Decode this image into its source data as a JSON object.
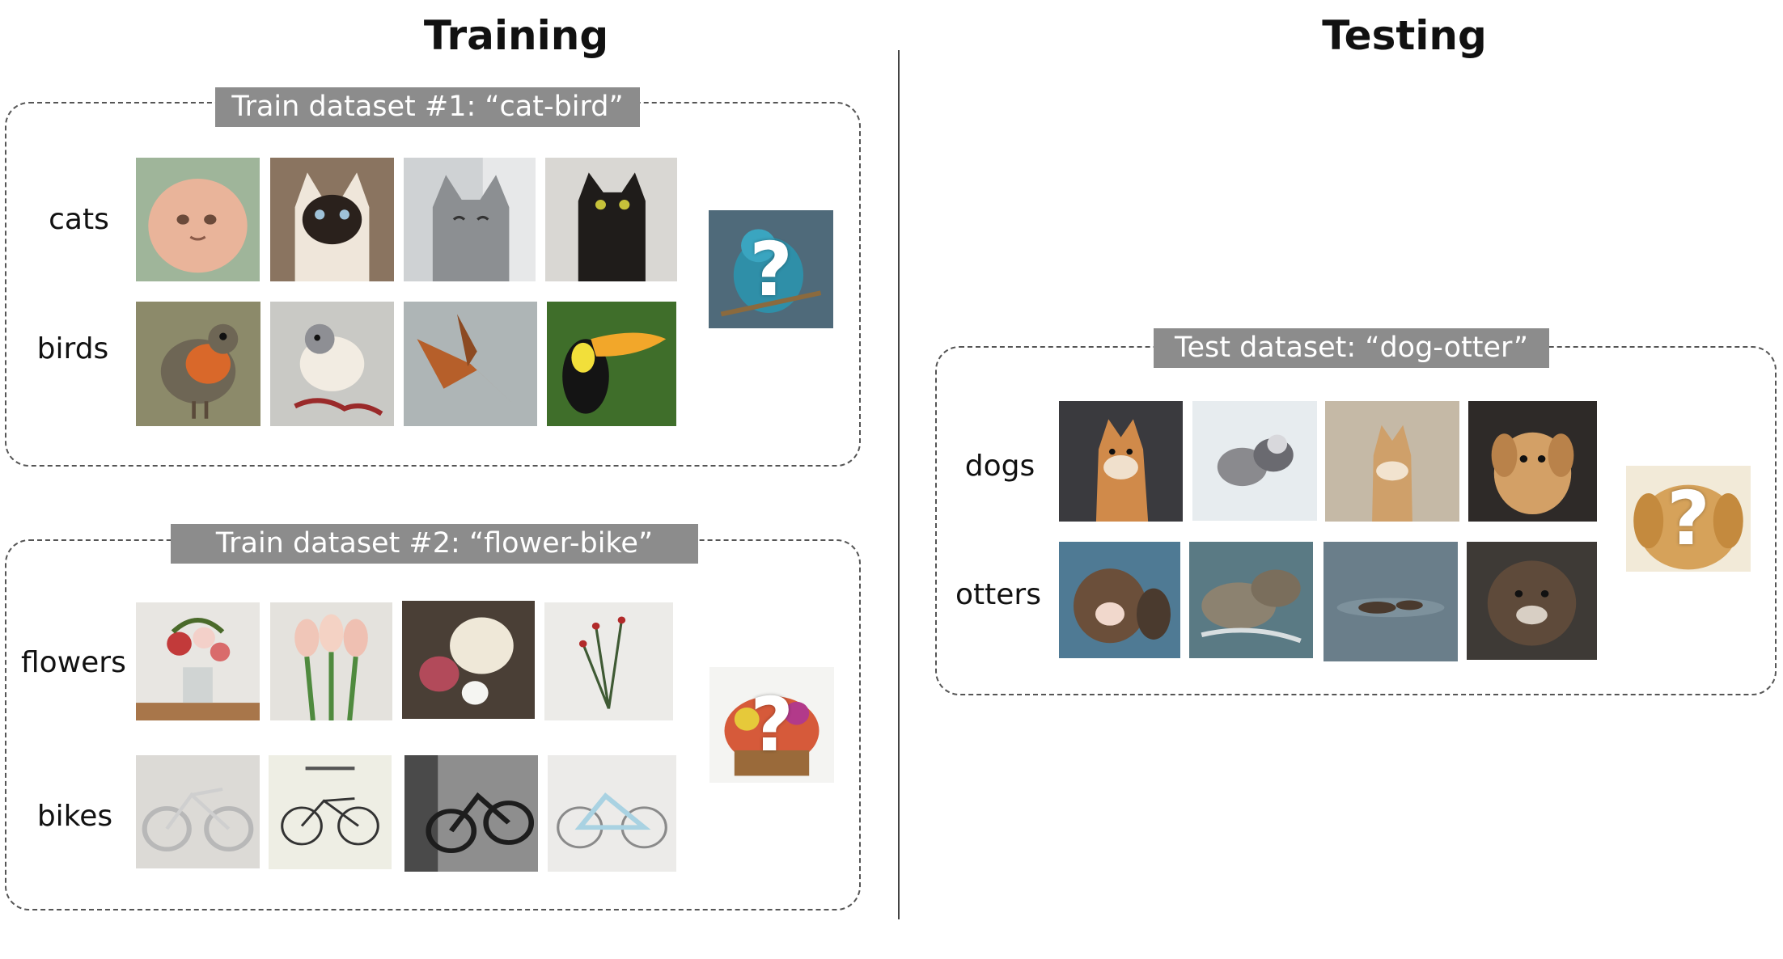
{
  "headings": {
    "training": "Training",
    "testing": "Testing"
  },
  "datasets": {
    "train1": {
      "title": "Train dataset #1: “cat-bird”",
      "classes": [
        "cats",
        "birds"
      ],
      "query_mark": "?"
    },
    "train2": {
      "title": "Train dataset #2: “flower-bike”",
      "classes": [
        "flowers",
        "bikes"
      ],
      "query_mark": "?"
    },
    "test": {
      "title": "Test dataset: “dog-otter”",
      "classes": [
        "dogs",
        "otters"
      ],
      "query_mark": "?"
    }
  },
  "thumbnail_icons": {
    "cats": [
      "cat-photo-icon",
      "cat-photo-icon",
      "cat-photo-icon",
      "cat-photo-icon"
    ],
    "birds": [
      "bird-photo-icon",
      "bird-photo-icon",
      "bird-photo-icon",
      "bird-photo-icon"
    ],
    "flowers": [
      "flower-photo-icon",
      "flower-photo-icon",
      "flower-photo-icon",
      "flower-photo-icon"
    ],
    "bikes": [
      "bike-photo-icon",
      "bike-photo-icon",
      "bike-photo-icon",
      "bike-photo-icon"
    ],
    "dogs": [
      "dog-photo-icon",
      "dog-photo-icon",
      "dog-photo-icon",
      "dog-photo-icon"
    ],
    "otters": [
      "otter-photo-icon",
      "otter-photo-icon",
      "otter-photo-icon",
      "otter-photo-icon"
    ]
  },
  "colors": {
    "title_bar": "#8c8c8c",
    "dashed_border": "#555555",
    "divider": "#444444"
  }
}
